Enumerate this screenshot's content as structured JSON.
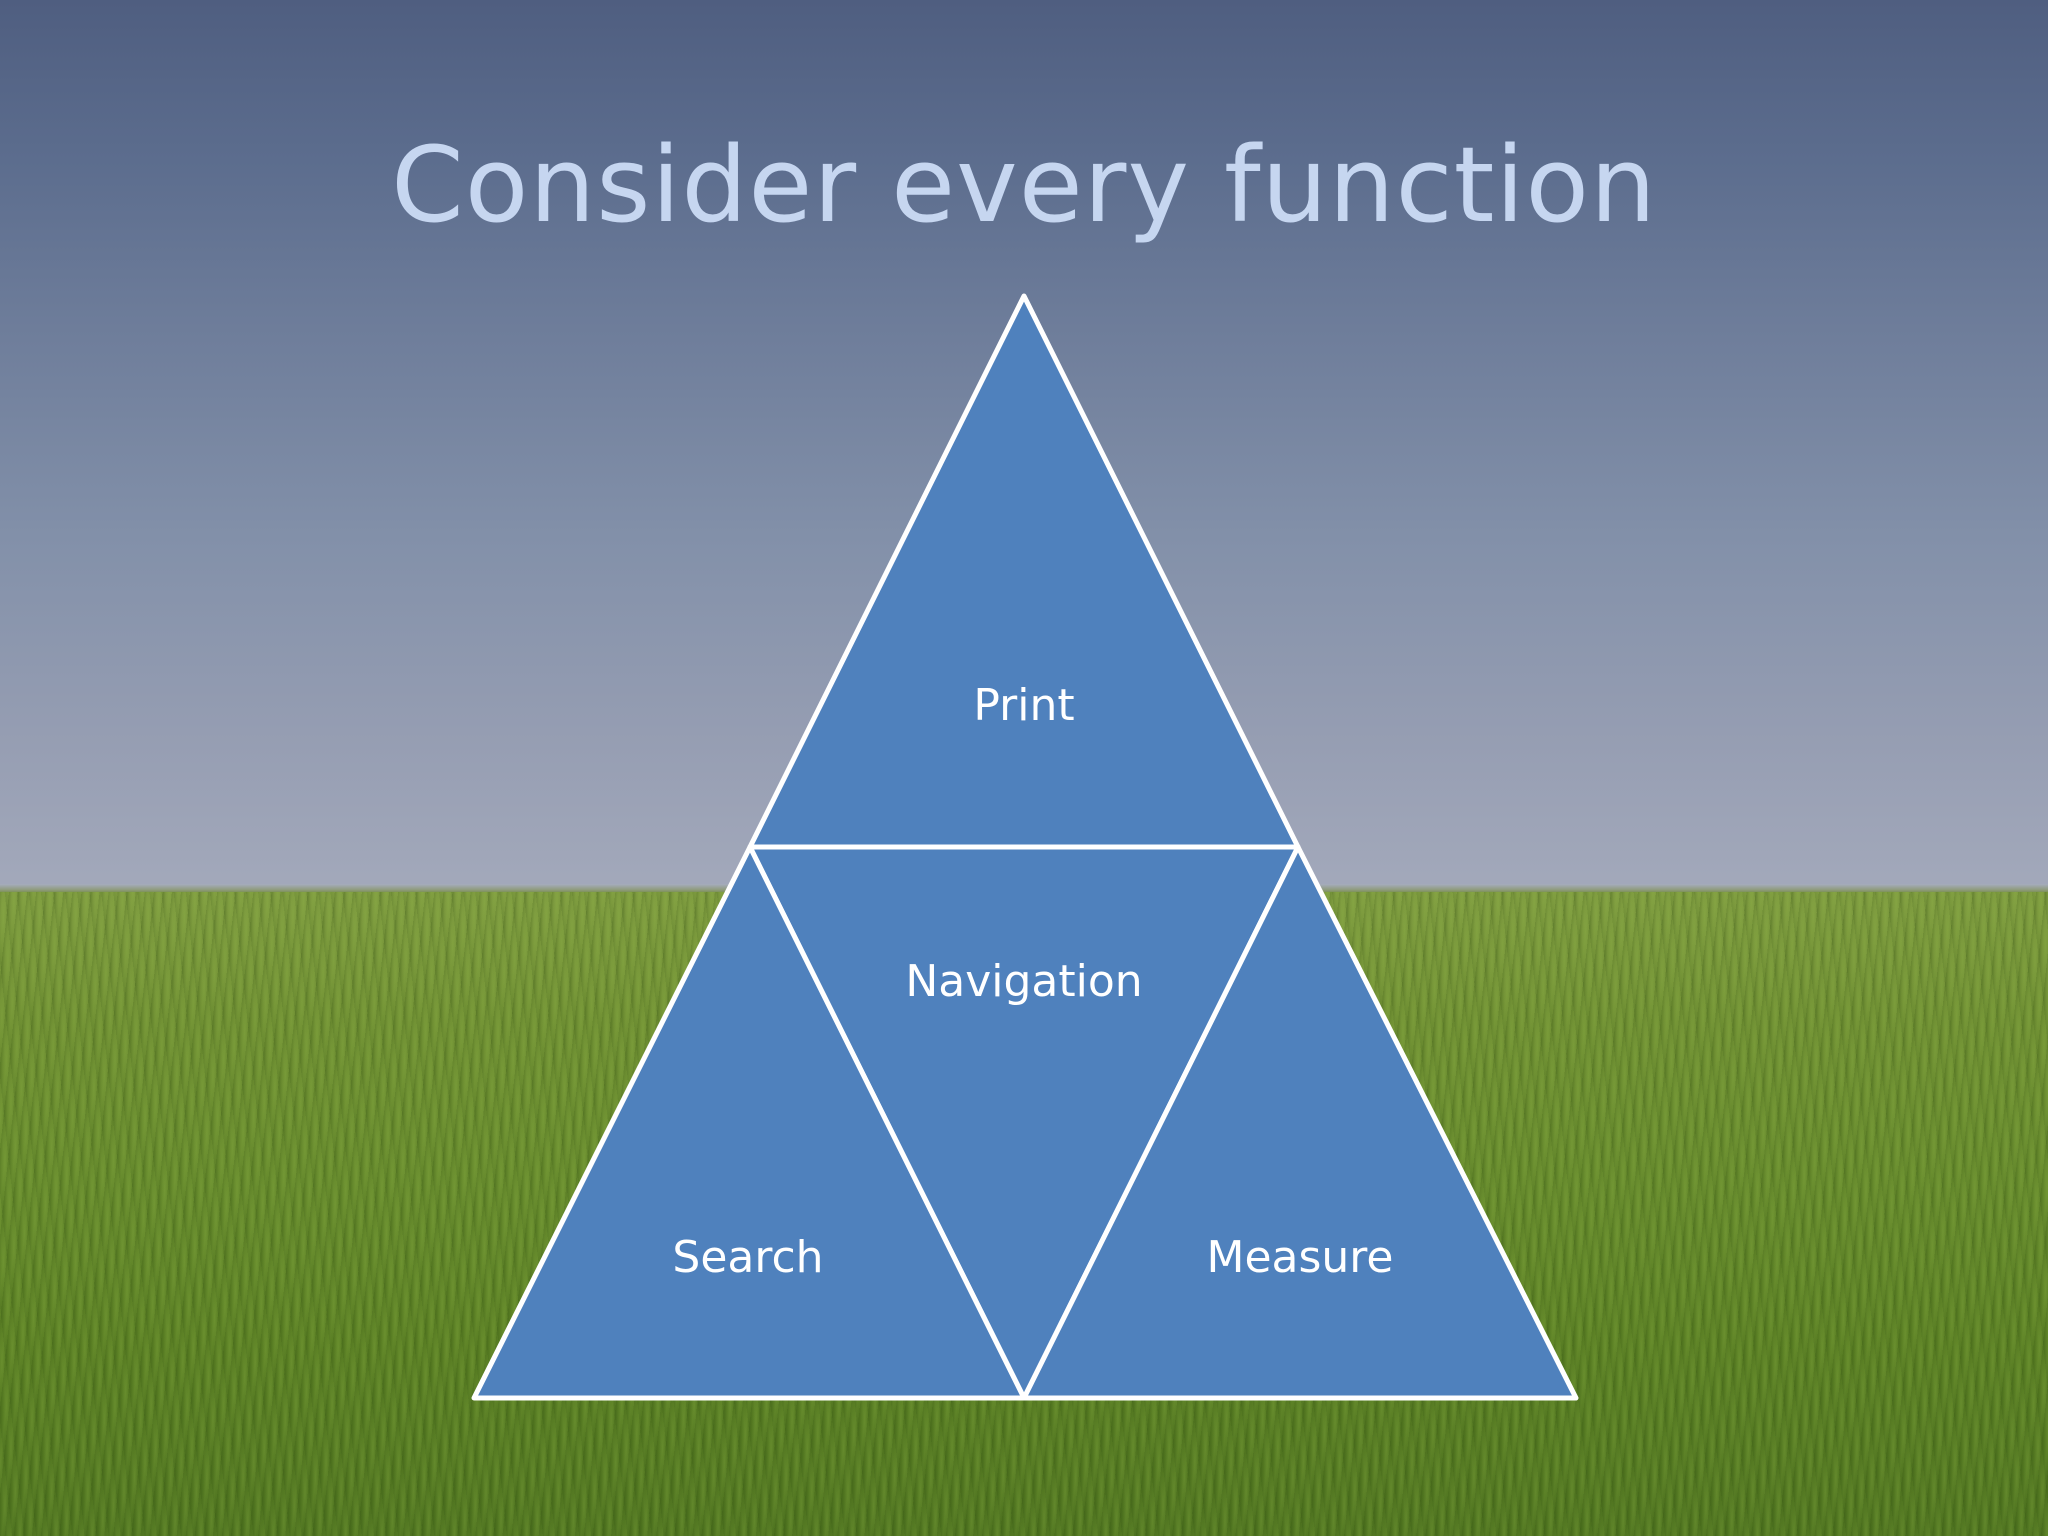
{
  "slide": {
    "title": "Consider every function",
    "segments": [
      {
        "id": "top",
        "label": "Print"
      },
      {
        "id": "center",
        "label": "Navigation"
      },
      {
        "id": "left",
        "label": "Search"
      },
      {
        "id": "right",
        "label": "Measure"
      }
    ]
  },
  "colors": {
    "title_text": "#c6d6f0",
    "segment_fill": "#4f81bd",
    "segment_outline": "#ffffff",
    "label_text": "#ffffff"
  }
}
